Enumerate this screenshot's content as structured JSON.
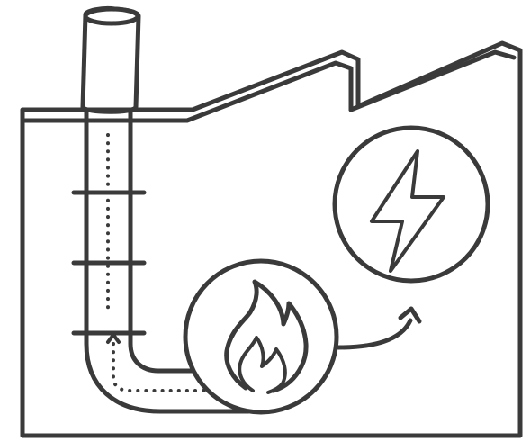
{
  "icon": "factory-heat-recovery-to-electricity-icon",
  "colors": {
    "line": "#3a3a3a",
    "background": "#ffffff",
    "fill_light": "#f7f7f7"
  },
  "elements": {
    "factory": "factory-building-outline",
    "chimney": "chimney-icon",
    "flue_pipe": "flue-pipe",
    "fire": "fire-icon",
    "electricity": "lightning-bolt-icon",
    "exhaust_flow": "dotted-flow-arrow",
    "conversion_flow": "curved-output-arrow"
  }
}
